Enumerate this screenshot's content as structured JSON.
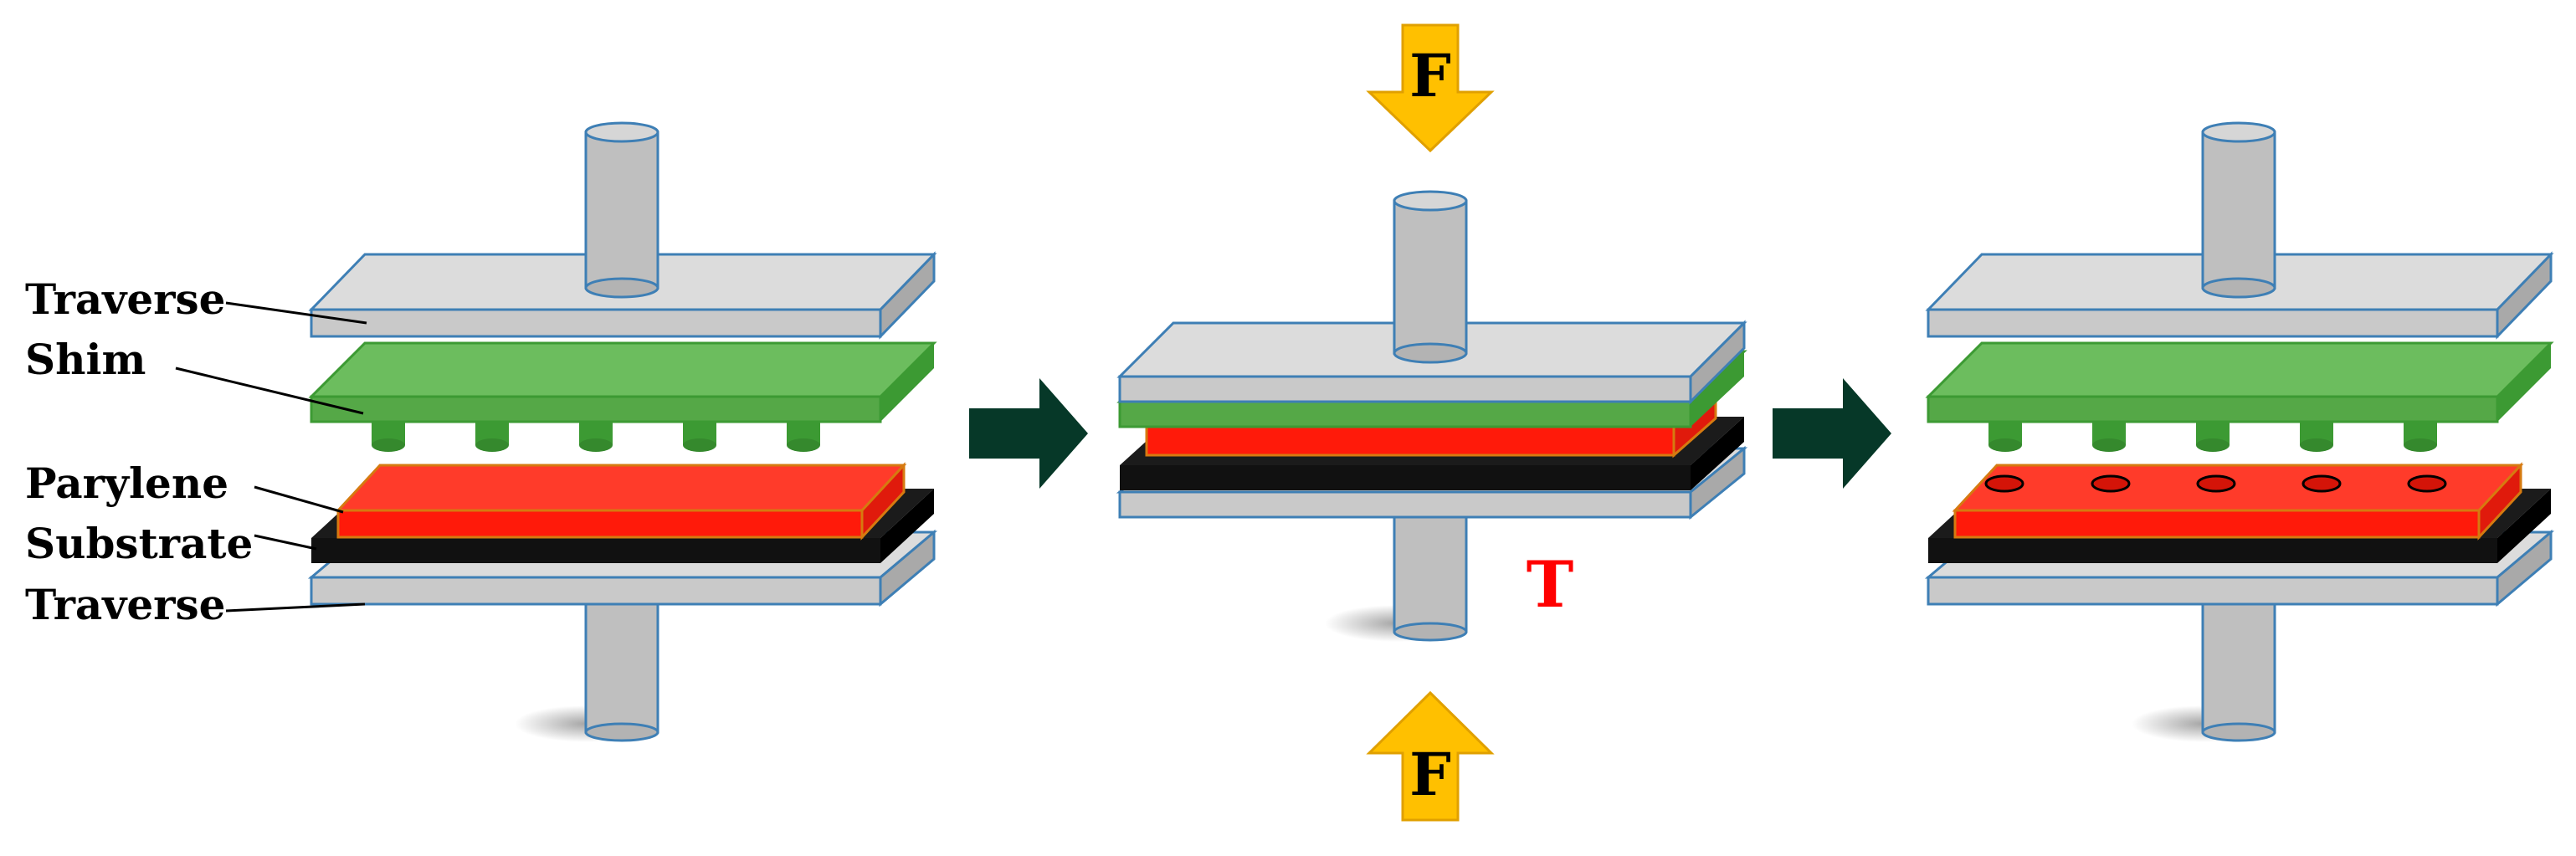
{
  "labels": {
    "traverse_top": "Traverse",
    "shim": "Shim",
    "parylene": "Parylene",
    "substrate": "Substrate",
    "traverse_bottom": "Traverse"
  },
  "force": {
    "top": "F",
    "bottom": "F"
  },
  "temperature": "T",
  "colors": {
    "traverse": "#c9c9c9",
    "traverse_edge": "#3e7fb5",
    "shim": "#6cbd5e",
    "shim_dark": "#3c9a33",
    "parylene": "#ff2a1a",
    "parylene_edge": "#d67a10",
    "substrate": "#111111",
    "pillar": "#bfbfbf",
    "force_arrow": "#ffc000",
    "force_arrow_edge": "#e0a000",
    "process_arrow": "#063828",
    "temperature_text": "#ff0000"
  }
}
